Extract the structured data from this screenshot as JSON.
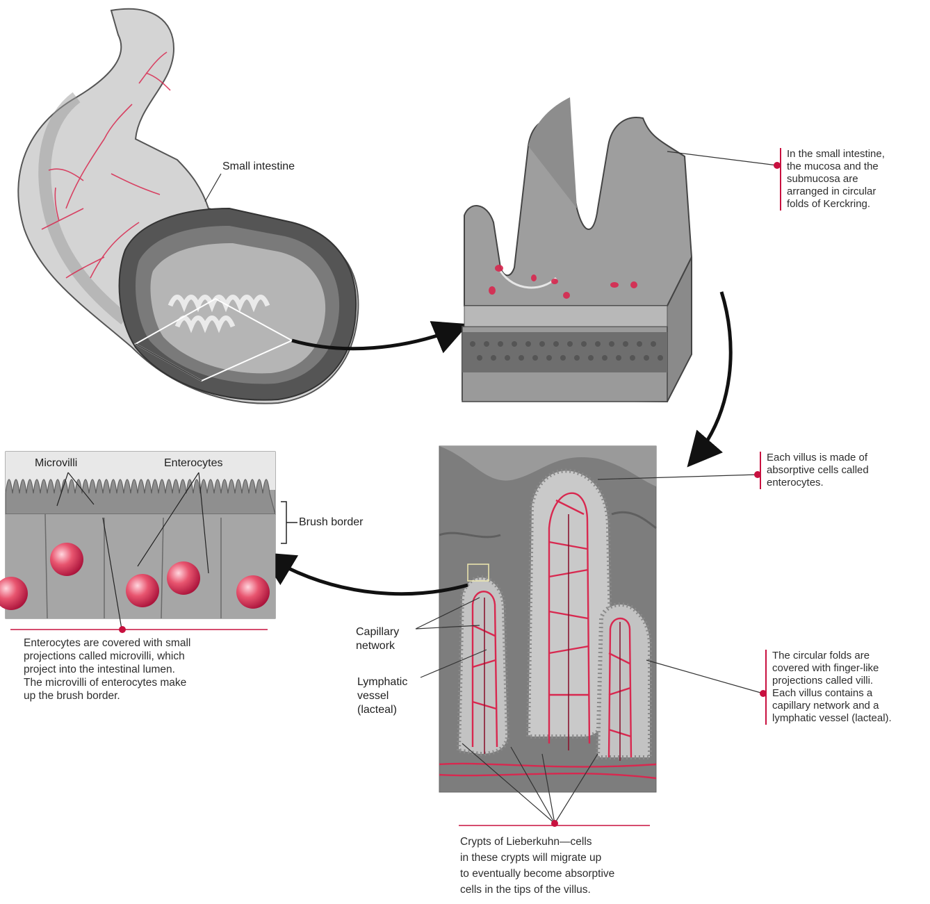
{
  "labels": {
    "small_intestine": "Small intestine",
    "microvilli": "Microvilli",
    "enterocytes": "Enterocytes",
    "brush_border": "Brush border",
    "capillary_network": "Capillary\nnetwork",
    "lymphatic_vessel": "Lymphatic\nvessel\n(lacteal)"
  },
  "callouts": {
    "folds_of_kerckring": "In the small intestine,\nthe mucosa and the\nsubmucosa are\narranged in circular\nfolds of Kerckring.",
    "villus_enterocytes": "Each villus is made of\nabsorptive cells called\nenterocytes.",
    "villi": "The circular folds are\ncovered with finger-like\nprojections called villi.\nEach villus contains a\ncapillary network and a\nlymphatic vessel (lacteal).",
    "microvilli_caption": "Enterocytes are covered with small\nprojections called microvilli, which\nproject into the intestinal lumen.\nThe microvilli of enterocytes make\nup the brush border.",
    "crypts": "Crypts of Lieberkuhn—cells\nin these crypts will migrate up\nto eventually become absorptive\ncells in the tips of the villus."
  },
  "colors": {
    "tissue_gray": "#a9a9a9",
    "dark_gray": "#6f6f6f",
    "light_gray": "#d6d6d6",
    "vessel_red": "#d8284f",
    "accent_red": "#c8103f"
  }
}
